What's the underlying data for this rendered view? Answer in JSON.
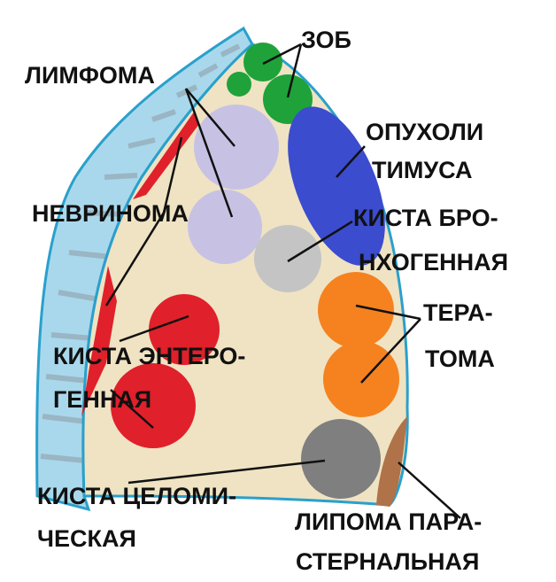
{
  "labels": {
    "zob": "ЗОБ",
    "limfoma": "ЛИМФОМА",
    "opukholi_1": "ОПУХОЛИ",
    "opukholi_2": "ТИМУСА",
    "nevrinoma": "НЕВРИНОМА",
    "kista_bronkh_1": "КИСТА БРО-",
    "kista_bronkh_2": "НХОГЕННАЯ",
    "teratoma_1": "ТЕРА-",
    "teratoma_2": "ТОМА",
    "kista_entero_1": "КИСТА ЭНТЕРО-",
    "kista_entero_2": "ГЕННАЯ",
    "kista_celom_1": "КИСТА ЦЕЛОМИ-",
    "kista_celom_2": "ЧЕСКАЯ",
    "lipoma_1": "ЛИПОМА ПАРА-",
    "lipoma_2": "СТЕРНАЛЬНАЯ"
  },
  "colors": {
    "mediastinum": "#efe3c3",
    "thorax_wall": "#a9d8ec",
    "outline": "#2aa0cc",
    "goiter": "#1fa23a",
    "lymphoma": "#c7c2e4",
    "thymus": "#3b4ccf",
    "neurinoma": "#e0202a",
    "bronchogenic_cyst": "#c4c4c4",
    "teratoma": "#f5821f",
    "enterogenic_cyst": "#e0202a",
    "coelomic_cyst": "#7f7f7f",
    "lipoma": "#b07248"
  }
}
